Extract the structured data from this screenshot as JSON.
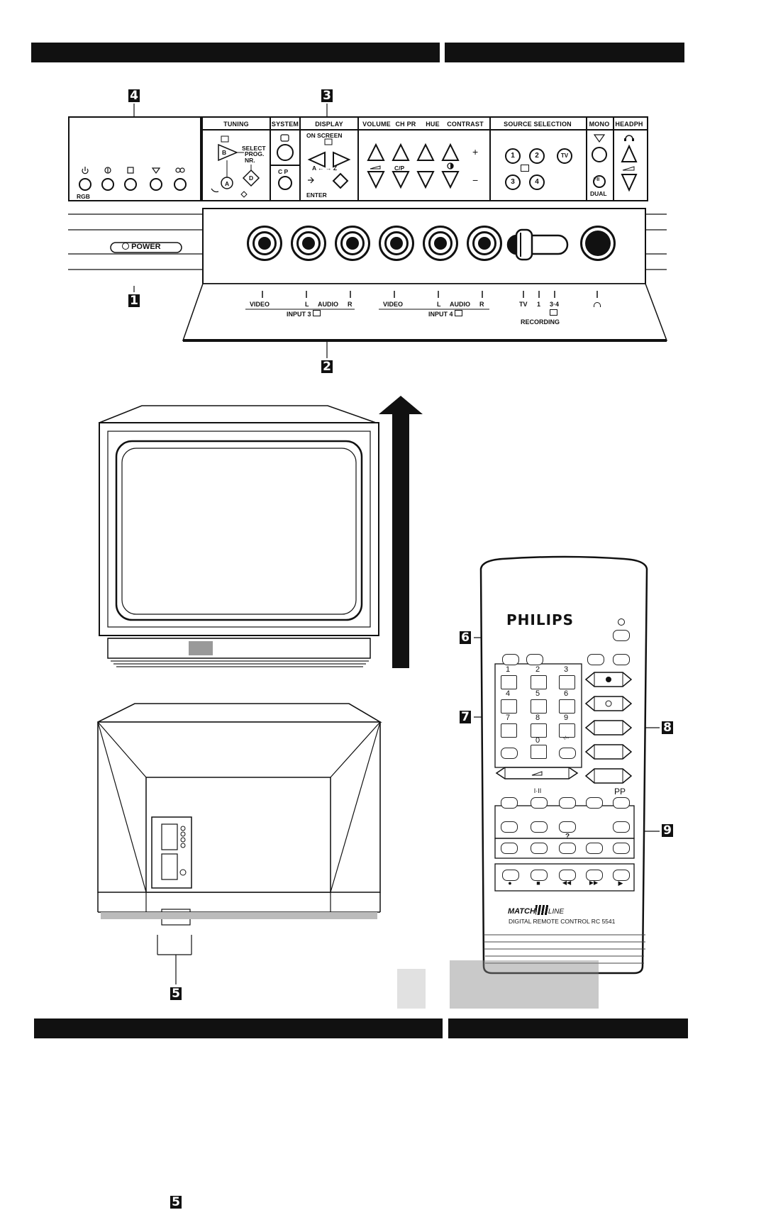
{
  "callouts": [
    "1",
    "2",
    "3",
    "4",
    "5",
    "6",
    "7",
    "8",
    "9"
  ],
  "front_panel": {
    "headers": {
      "tuning": "TUNING",
      "system": "SYSTEM",
      "display": "DISPLAY",
      "volume": "VOLUME",
      "ch_pr": "CH PR",
      "hue": "HUE",
      "contrast": "CONTRAST",
      "source_selection": "SOURCE SELECTION",
      "mono": "MONO",
      "headph": "HEADPH"
    },
    "on_screen": "ON SCREEN",
    "select": "SELECT",
    "prog_nr": "PROG. NR.",
    "cp": "C P",
    "enter": "ENTER",
    "a_to_z": "A ← → Z",
    "letter_a": "A",
    "letter_b": "B",
    "letter_d": "D",
    "cp_small": "C/P",
    "plus": "+",
    "minus": "−",
    "dual": "DUAL",
    "dual_button": "I·II",
    "rgb": "RGB",
    "source_buttons": [
      "1",
      "2",
      "TV",
      "3",
      "4"
    ]
  },
  "power_label": "POWER",
  "sockets": {
    "video": "VIDEO",
    "l": "L",
    "audio": "AUDIO",
    "r": "R",
    "input3": "INPUT 3",
    "input4": "INPUT 4",
    "tv": "TV",
    "one": "1",
    "three_four": "3·4",
    "recording": "RECORDING"
  },
  "remote": {
    "brand": "PHILIPS",
    "digits": [
      "1",
      "2",
      "3",
      "4",
      "5",
      "6",
      "7",
      "8",
      "9",
      "0"
    ],
    "dash_key": "-/--",
    "pp": "PP",
    "row_ii": "I·II",
    "question": "?",
    "line_label": "MATCH LINE",
    "match": "MATCH",
    "line": "LINE",
    "model": "DIGITAL REMOTE CONTROL RC 5541",
    "transport": [
      "●",
      "■",
      "◀◀",
      "▶▶",
      "▶"
    ]
  }
}
